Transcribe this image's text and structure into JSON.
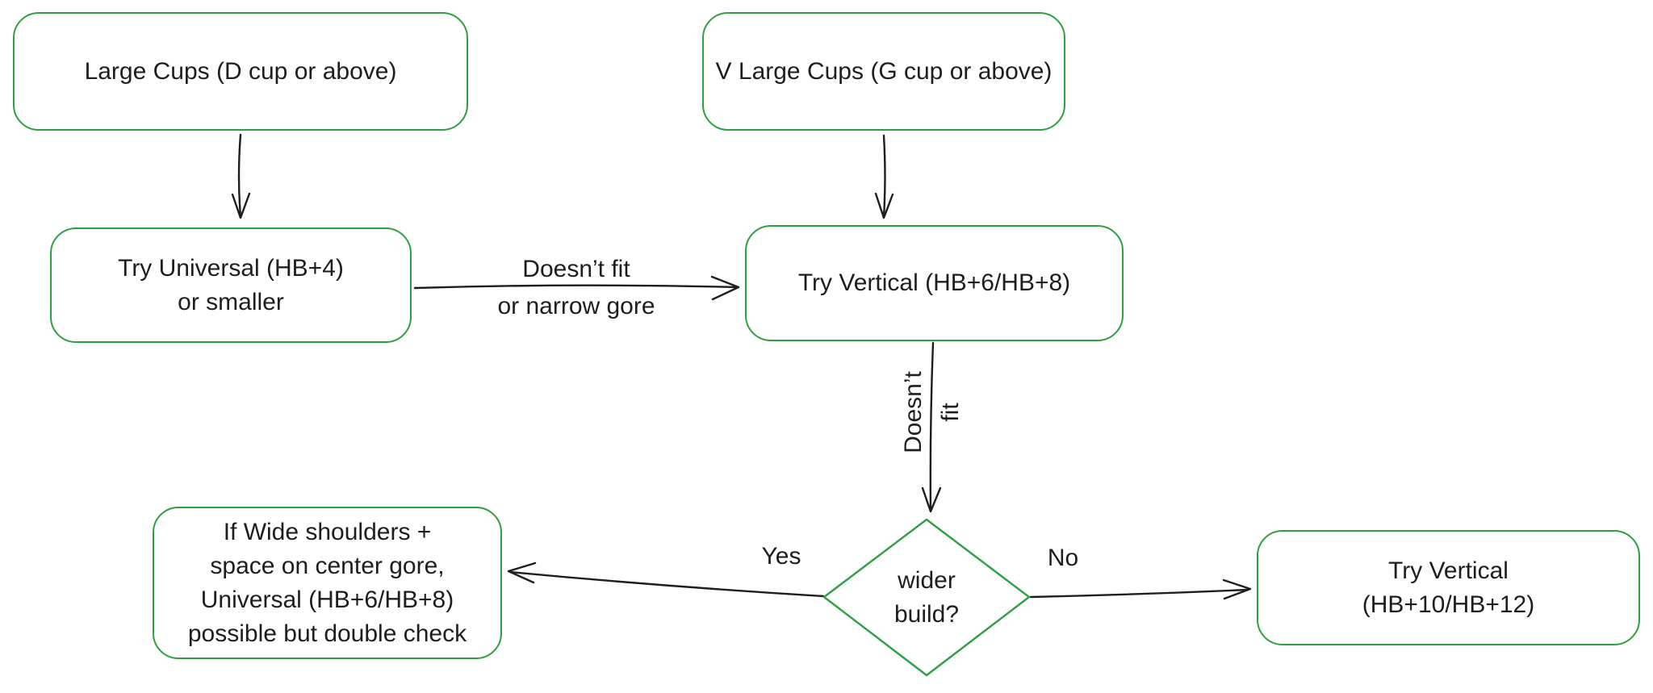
{
  "flowchart": {
    "colors": {
      "shape_stroke": "#2f9e44",
      "ink": "#1e1e1e",
      "background": "#ffffff"
    },
    "nodes": {
      "large_cups": {
        "label": "Large Cups (D cup or above)"
      },
      "v_large_cups": {
        "label": "V Large Cups (G cup or above)"
      },
      "try_universal": {
        "line1": "Try Universal (HB+4)",
        "line2": "or smaller"
      },
      "try_vertical_68": {
        "label": "Try Vertical (HB+6/HB+8)"
      },
      "wider_build": {
        "line1": "wider",
        "line2": "build?"
      },
      "wide_shoulders": {
        "line1": "If Wide shoulders +",
        "line2": "space on center gore,",
        "line3": "Universal (HB+6/HB+8)",
        "line4": "possible but double check"
      },
      "try_vertical_1012": {
        "line1": "Try Vertical",
        "line2": "(HB+10/HB+12)"
      }
    },
    "edge_labels": {
      "doesnt_fit_h_line1": "Doesn’t fit",
      "doesnt_fit_h_line2": "or narrow gore",
      "doesnt_fit_v_line1": "Doesn’t",
      "doesnt_fit_v_line2": "fit",
      "yes": "Yes",
      "no": "No"
    }
  }
}
